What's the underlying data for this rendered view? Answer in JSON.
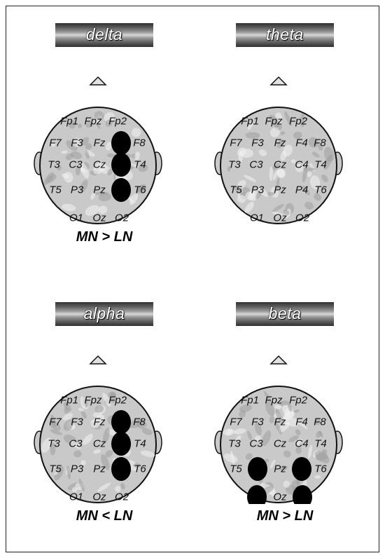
{
  "panels": [
    {
      "band": "delta",
      "comparison": "MN > LN",
      "electrodes": [
        "Fp1",
        "Fpz",
        "Fp2",
        "F7",
        "F3",
        "Fz",
        "F8",
        "T3",
        "C3",
        "Cz",
        "T4",
        "T5",
        "P3",
        "Pz",
        "T6",
        "O1",
        "Oz",
        "O2"
      ],
      "significant": [
        "F4",
        "C4",
        "P4"
      ]
    },
    {
      "band": "theta",
      "comparison": "",
      "electrodes": [
        "Fp1",
        "Fpz",
        "Fp2",
        "F7",
        "F3",
        "Fz",
        "F4",
        "F8",
        "T3",
        "C3",
        "Cz",
        "C4",
        "T4",
        "T5",
        "P3",
        "Pz",
        "P4",
        "T6",
        "O1",
        "Oz",
        "O2"
      ],
      "significant": []
    },
    {
      "band": "alpha",
      "comparison": "MN < LN",
      "electrodes": [
        "Fp1",
        "Fpz",
        "Fp2",
        "F7",
        "F3",
        "Fz",
        "F8",
        "T3",
        "C3",
        "Cz",
        "T4",
        "T5",
        "P3",
        "Pz",
        "T6",
        "O1",
        "Oz",
        "O2"
      ],
      "significant": [
        "F4",
        "C4",
        "P4"
      ]
    },
    {
      "band": "beta",
      "comparison": "MN > LN",
      "electrodes": [
        "Fp1",
        "Fpz",
        "Fp2",
        "F7",
        "F3",
        "Fz",
        "F4",
        "F8",
        "T3",
        "C3",
        "Cz",
        "C4",
        "T4",
        "T5",
        "Pz",
        "T6",
        "Oz"
      ],
      "significant": [
        "P3",
        "P4",
        "O1",
        "O2"
      ]
    }
  ],
  "colors": {
    "scalp_fill": "#c9c9c9",
    "outline": "#111111",
    "marker": "#000000",
    "label": "#111111"
  }
}
